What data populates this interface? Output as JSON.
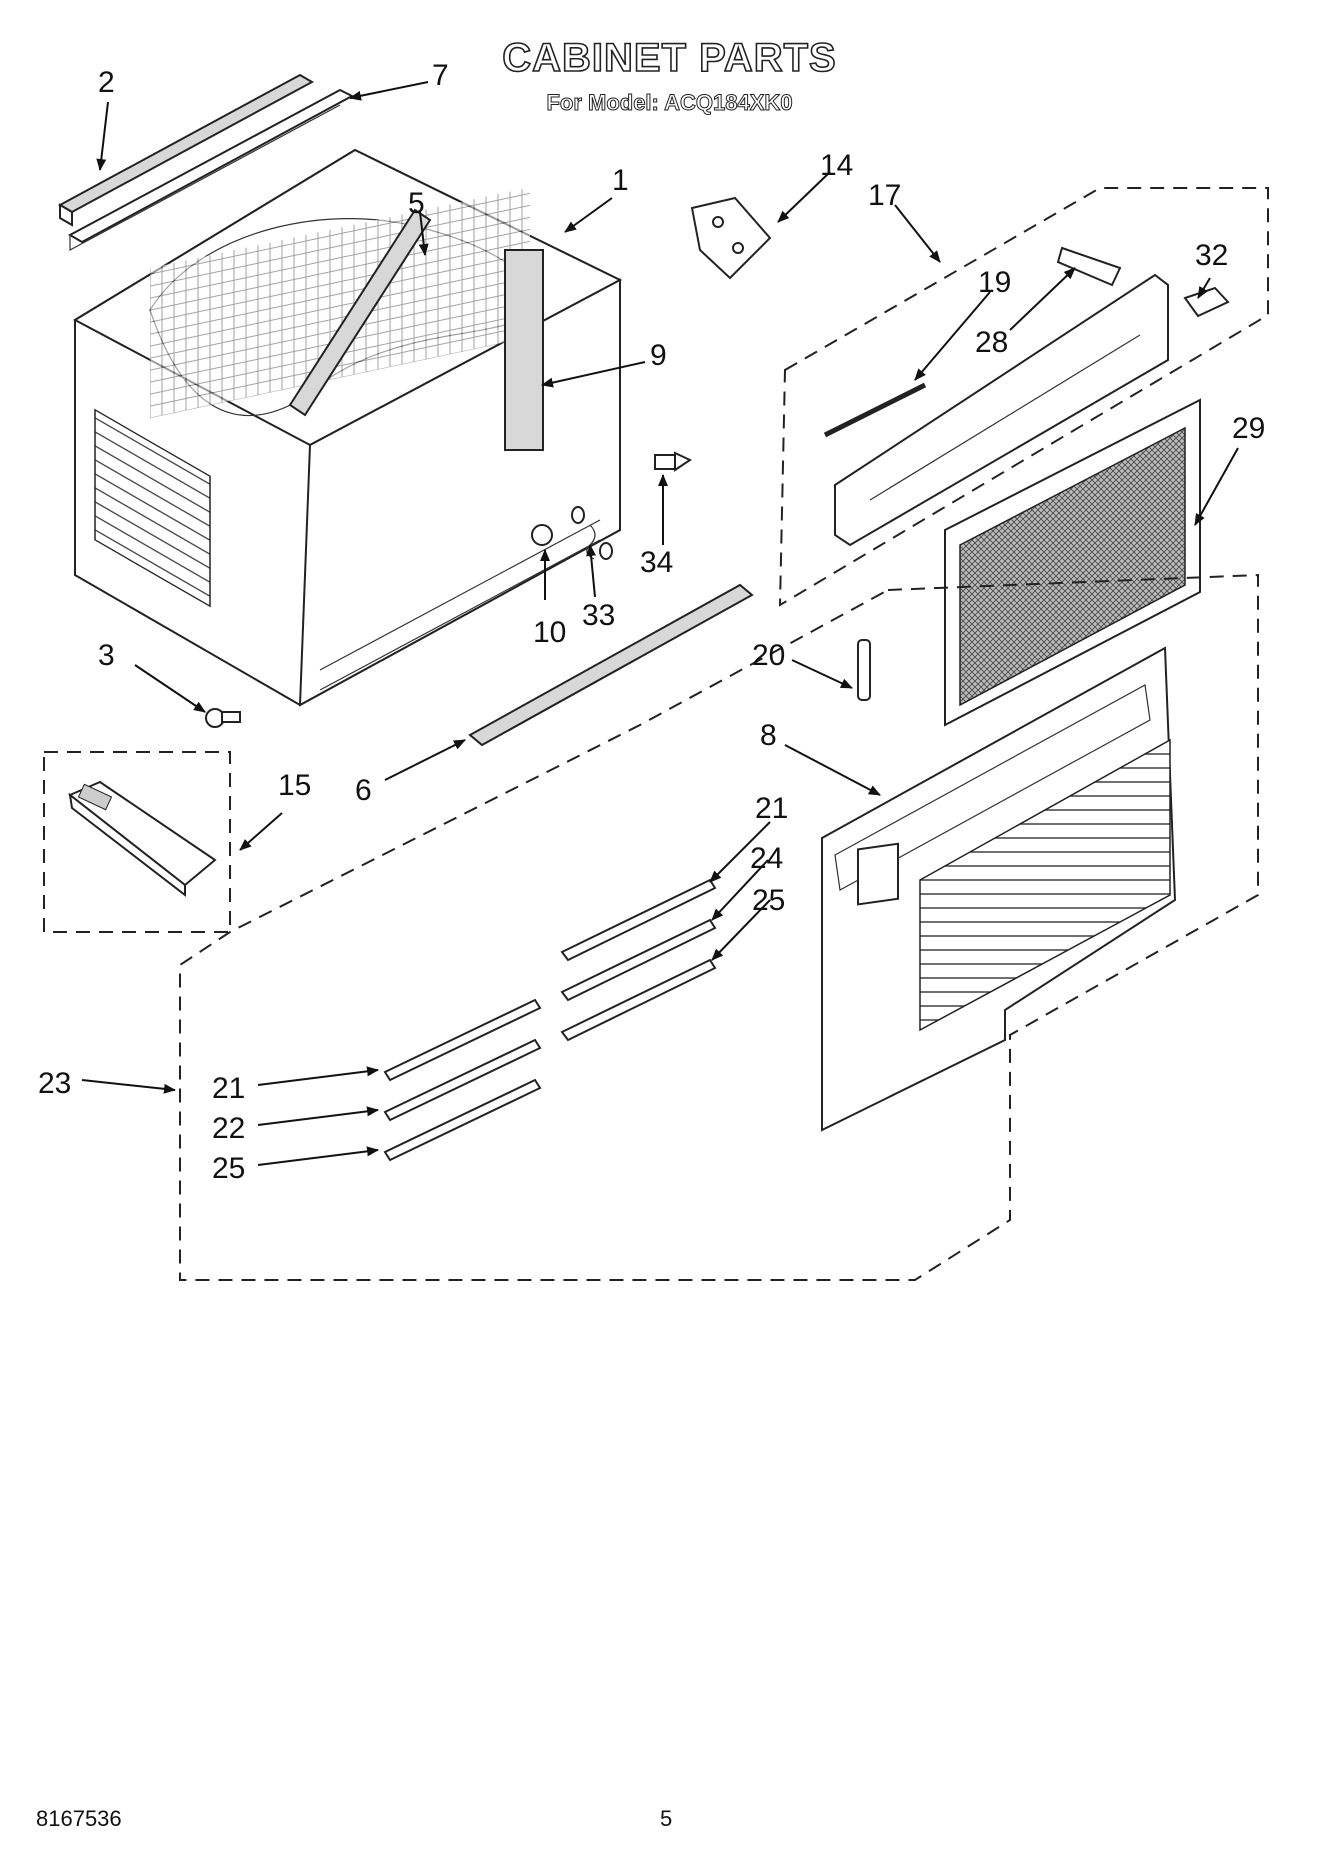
{
  "header": {
    "title": "CABINET PARTS",
    "subtitle": "For Model: ACQ184XK0"
  },
  "callouts": {
    "c1": "1",
    "c2": "2",
    "c3": "3",
    "c5": "5",
    "c6": "6",
    "c7": "7",
    "c8": "8",
    "c9": "9",
    "c10": "10",
    "c14": "14",
    "c15": "15",
    "c17": "17",
    "c19": "19",
    "c20": "20",
    "c21a": "21",
    "c21b": "21",
    "c22": "22",
    "c23": "23",
    "c24": "24",
    "c25a": "25",
    "c25b": "25",
    "c28": "28",
    "c29": "29",
    "c32": "32",
    "c33": "33",
    "c34": "34"
  },
  "footer": {
    "doc_number": "8167536",
    "page_number": "5"
  }
}
